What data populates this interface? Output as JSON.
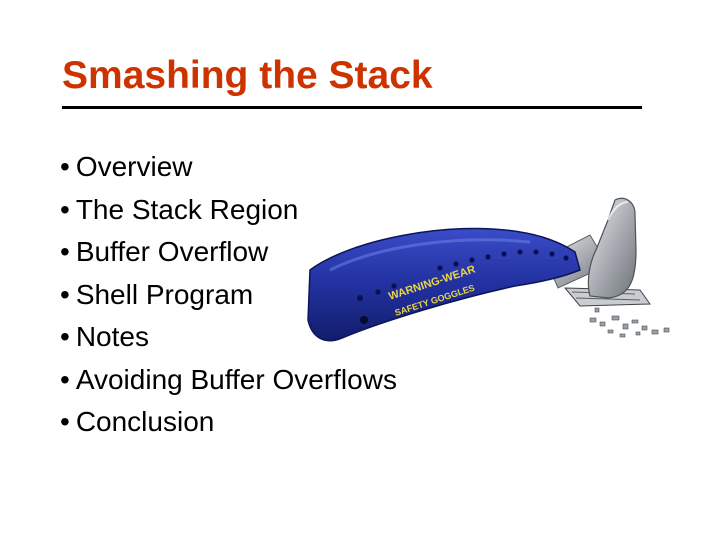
{
  "slide": {
    "title": "Smashing the Stack",
    "bullet_marker": "•",
    "bullets": [
      "Overview",
      "The Stack Region",
      "Buffer Overflow",
      "Shell Program",
      "Notes",
      "Avoiding Buffer Overflows",
      "Conclusion"
    ]
  },
  "hammer_image": {
    "icon": "hammer-icon",
    "grip_text_line1": "WARNING-WEAR",
    "grip_text_line2": "SAFETY GOGGLES"
  },
  "colors": {
    "title": "#cc3300",
    "text": "#000000",
    "grip": "#1f2f9a",
    "grip_text": "#e8d54a",
    "steel": "#b8bcc2"
  }
}
